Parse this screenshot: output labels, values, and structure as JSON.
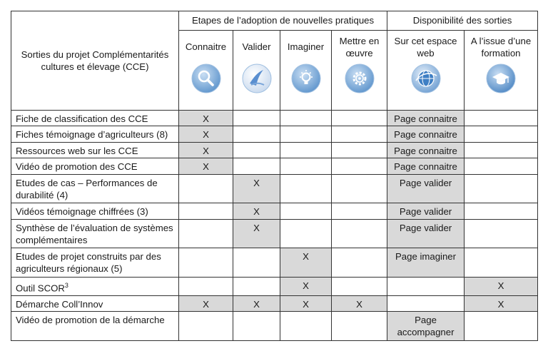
{
  "table": {
    "row_header": "Sorties du projet Complémentarités cultures et élevage (CCE)",
    "group_stages": "Etapes de l’adoption de nouvelles pratiques",
    "group_availability": "Disponibilité des sorties",
    "columns": [
      {
        "label": "Connaitre",
        "icon": "magnifier-icon"
      },
      {
        "label": "Valider",
        "icon": "checkmark-icon"
      },
      {
        "label": "Imaginer",
        "icon": "lightbulb-icon"
      },
      {
        "label": "Mettre en œuvre",
        "icon": "gear-icon"
      },
      {
        "label": "Sur cet espace web",
        "icon": "globe-icon"
      },
      {
        "label": "A l’issue d’une formation",
        "icon": "graduation-cap-icon"
      }
    ],
    "rows": [
      {
        "name": "Fiche de classification des CCE",
        "connaitre": "X",
        "valider": "",
        "imaginer": "",
        "mettre": "",
        "web": "Page connaitre",
        "formation": ""
      },
      {
        "name": "Fiches témoignage d’agriculteurs (8)",
        "connaitre": "X",
        "valider": "",
        "imaginer": "",
        "mettre": "",
        "web": "Page connaitre",
        "formation": ""
      },
      {
        "name": "Ressources web sur les CCE",
        "connaitre": "X",
        "valider": "",
        "imaginer": "",
        "mettre": "",
        "web": "Page connaitre",
        "formation": ""
      },
      {
        "name": "Vidéo de promotion des CCE",
        "connaitre": "X",
        "valider": "",
        "imaginer": "",
        "mettre": "",
        "web": "Page connaitre",
        "formation": ""
      },
      {
        "name": "Etudes de cas – Performances de durabilité (4)",
        "connaitre": "",
        "valider": "X",
        "imaginer": "",
        "mettre": "",
        "web": "Page valider",
        "formation": ""
      },
      {
        "name": "Vidéos témoignage chiffrées (3)",
        "connaitre": "",
        "valider": "X",
        "imaginer": "",
        "mettre": "",
        "web": "Page valider",
        "formation": ""
      },
      {
        "name": "Synthèse de l’évaluation de systèmes complémentaires",
        "connaitre": "",
        "valider": "X",
        "imaginer": "",
        "mettre": "",
        "web": "Page valider",
        "formation": ""
      },
      {
        "name": "Etudes de projet construits par des agriculteurs régionaux (5)",
        "connaitre": "",
        "valider": "",
        "imaginer": "X",
        "mettre": "",
        "web": "Page imaginer",
        "formation": ""
      },
      {
        "name": "Outil SCOR",
        "sup": "3",
        "connaitre": "",
        "valider": "",
        "imaginer": "X",
        "mettre": "",
        "web": "",
        "formation": "X"
      },
      {
        "name": "Démarche Coll’Innov",
        "connaitre": "X",
        "valider": "X",
        "imaginer": "X",
        "mettre": "X",
        "web": "",
        "formation": "X"
      },
      {
        "name": "Vidéo de promotion de la démarche",
        "connaitre": "",
        "valider": "",
        "imaginer": "",
        "mettre": "",
        "web": "Page accompagner",
        "formation": ""
      }
    ]
  }
}
